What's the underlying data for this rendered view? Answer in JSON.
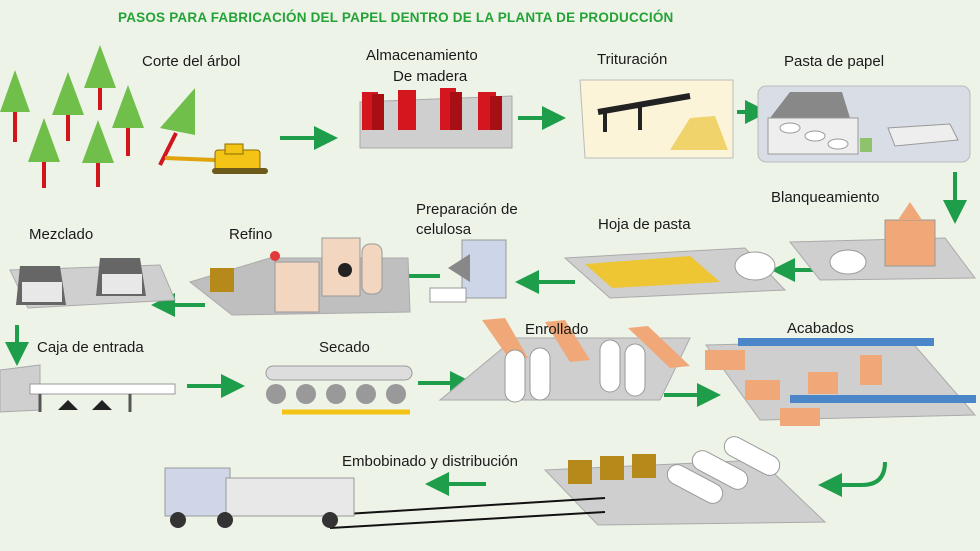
{
  "title": "PASOS PARA FABRICACIÓN DEL PAPEL DENTRO DE LA PLANTA DE PRODUCCIÓN",
  "steps": {
    "corte": "Corte  del árbol",
    "almacenamiento_1": "Almacenamiento",
    "almacenamiento_2": "De madera",
    "trituracion": "Trituración",
    "pasta": "Pasta de papel",
    "blanqueamiento": "Blanqueamiento",
    "hoja": "Hoja de pasta",
    "preparacion_1": "Preparación de",
    "preparacion_2": "celulosa",
    "refino": "Refino",
    "mezclado": "Mezclado",
    "caja": "Caja de entrada",
    "secado": "Secado",
    "enrollado": "Enrollado",
    "acabados": "Acabados",
    "embobinado": "Embobinado y distribución"
  },
  "colors": {
    "title": "#23a336",
    "arrow": "#1e9e4a",
    "tree": "#6fbf4a",
    "trunk": "#d0161c",
    "machine": "#f3c316",
    "log": "#d4171e",
    "box": "#b58a1a",
    "board": "#f0a878",
    "platform": "#c9c9c9"
  }
}
